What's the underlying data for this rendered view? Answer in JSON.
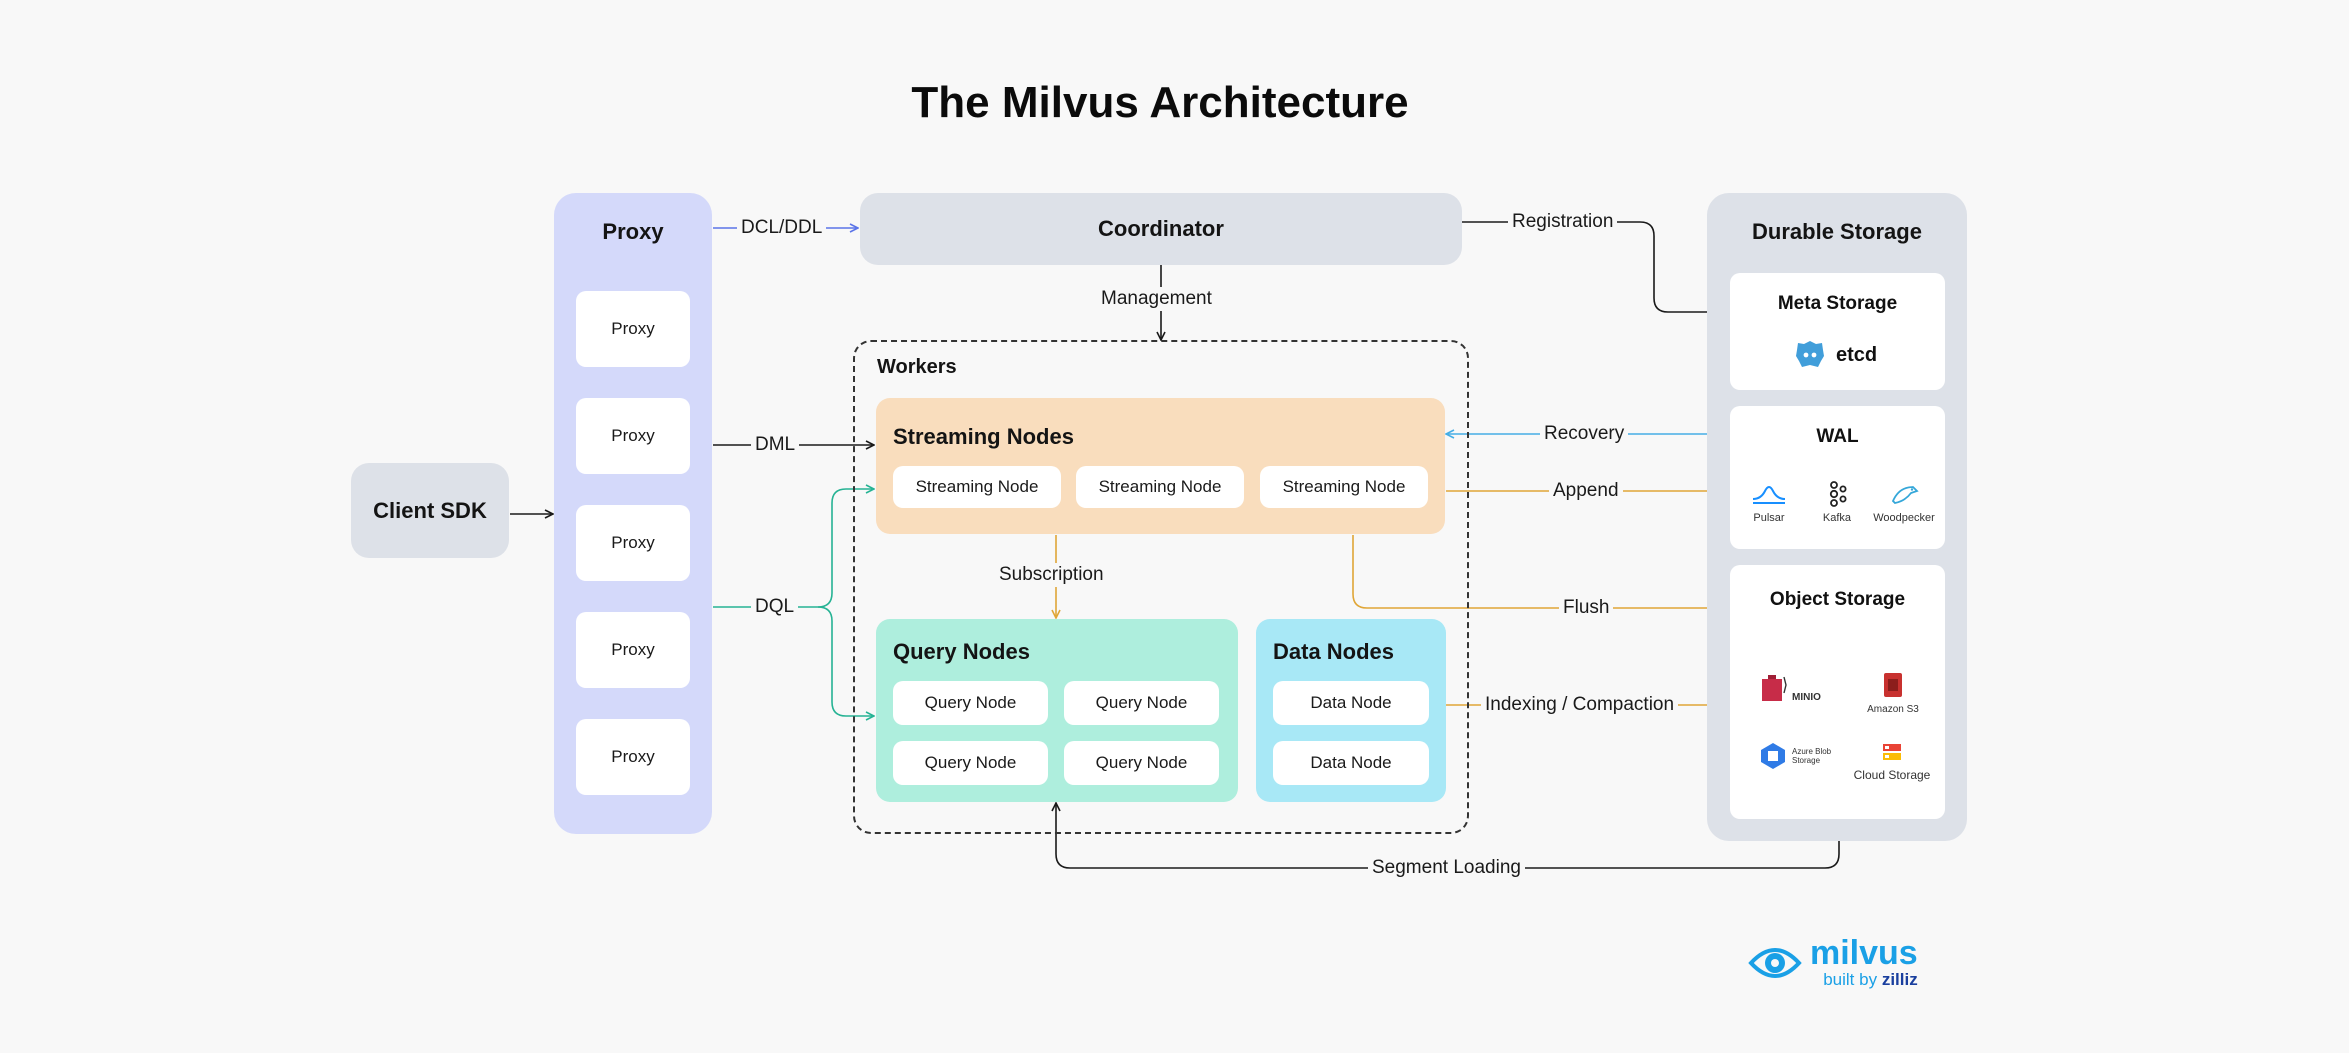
{
  "title": "The Milvus Architecture",
  "client_sdk": "Client SDK",
  "proxy": {
    "header": "Proxy",
    "instances": [
      "Proxy",
      "Proxy",
      "Proxy",
      "Proxy",
      "Proxy"
    ]
  },
  "coordinator": "Coordinator",
  "workers": {
    "label": "Workers",
    "streaming": {
      "header": "Streaming Nodes",
      "nodes": [
        "Streaming Node",
        "Streaming Node",
        "Streaming Node"
      ]
    },
    "query": {
      "header": "Query Nodes",
      "nodes": [
        "Query Node",
        "Query Node",
        "Query Node",
        "Query Node"
      ]
    },
    "data": {
      "header": "Data Nodes",
      "nodes": [
        "Data Node",
        "Data Node"
      ]
    }
  },
  "durable_storage": {
    "header": "Durable Storage",
    "meta": {
      "header": "Meta Storage",
      "logo": "etcd"
    },
    "wal": {
      "header": "WAL",
      "logos": [
        "Pulsar",
        "Kafka",
        "Woodpecker"
      ]
    },
    "object": {
      "header": "Object Storage",
      "logos": [
        "MINIO",
        "Amazon S3",
        "Azure Blob Storage",
        "Cloud Storage"
      ]
    }
  },
  "edges": {
    "dcl_ddl": "DCL/DDL",
    "dml": "DML",
    "dql": "DQL",
    "management": "Management",
    "registration": "Registration",
    "recovery": "Recovery",
    "append": "Append",
    "subscription": "Subscription",
    "flush": "Flush",
    "indexing": "Indexing / Compaction",
    "segment_loading": "Segment Loading"
  },
  "brand": {
    "name": "milvus",
    "tagline_prefix": "built by",
    "tagline_company": "zilliz"
  },
  "colors": {
    "proxy": "#d4d9fa",
    "coordinator": "#dde1e8",
    "streaming": "#f9ddbd",
    "query": "#aeeedd",
    "data": "#a8e8f6",
    "durable": "#dde1e8",
    "blue_edge": "#5b74e8",
    "teal_edge": "#26b394",
    "orange_edge": "#e0a637",
    "cyan_edge": "#45aee6",
    "brand": "#1aa0e6"
  }
}
